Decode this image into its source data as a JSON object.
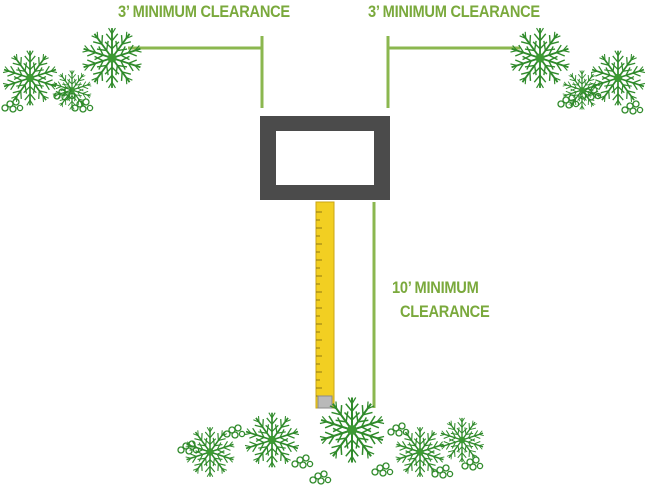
{
  "labels": {
    "side_clearance_left": "3’ MINIMUM CLEARANCE",
    "side_clearance_right": "3’ MINIMUM CLEARANCE",
    "front_clearance_line1": "10’ MINIMUM",
    "front_clearance_line2": "CLEARANCE"
  },
  "colors": {
    "label_green": "#7aa93c",
    "line_green": "#8bb74f",
    "box_frame": "#4b4b4b",
    "tape_yellow": "#f2cf22",
    "plant_green": "#2f8a2a"
  },
  "icons": [
    "shrub-icon",
    "utility-box-icon",
    "tape-measure-icon"
  ]
}
